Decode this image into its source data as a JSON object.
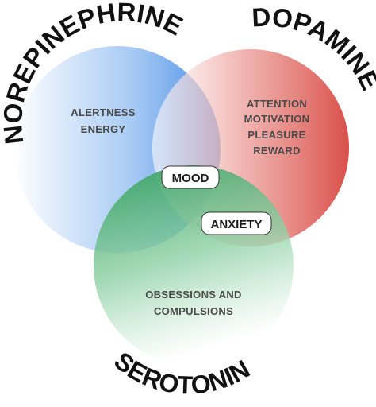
{
  "diagram": {
    "titles": {
      "norepinephrine": "NOREPINEPHRINE",
      "dopamine": "DOPAMINE",
      "serotonin": "SEROTONIN"
    },
    "norepinephrine_lines": [
      "ALERTNESS",
      "ENERGY"
    ],
    "dopamine_lines": [
      "ATTENTION",
      "MOTIVATION",
      "PLEASURE",
      "REWARD"
    ],
    "serotonin_lines": [
      "OBSESSIONS AND",
      "COMPULSIONS"
    ],
    "overlaps": {
      "center": "MOOD",
      "dopamine_serotonin": "ANXIETY"
    },
    "colors": {
      "norepinephrine": "#5a9ae8",
      "dopamine": "#d9534f",
      "serotonin": "#3fae6a"
    }
  }
}
